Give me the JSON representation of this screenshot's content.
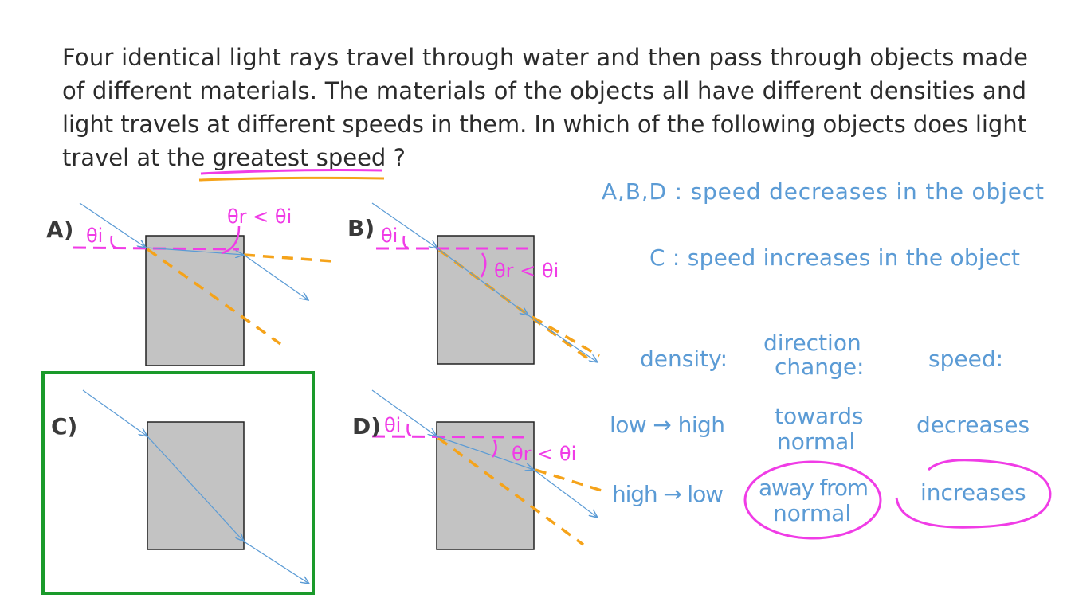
{
  "question": {
    "lines": [
      "Four identical light rays travel through water and then pass through objects made",
      "of different materials. The materials of the objects all have different densities and",
      "light travels at different speeds in them. In which of the following objects does light"
    ],
    "last_line_prefix": "travel at the ",
    "highlight": "greatest speed",
    "last_line_suffix": " ?"
  },
  "options": {
    "a": {
      "label": "A)",
      "theta_i": "θi",
      "relation": "θr < θi"
    },
    "b": {
      "label": "B)",
      "theta_i": "θi",
      "relation": "θr < θi"
    },
    "c": {
      "label": "C)"
    },
    "d": {
      "label": "D)",
      "theta_i": "θi",
      "relation": "θr < θi"
    }
  },
  "notes": {
    "abd": "A,B,D :  speed decreases in the object",
    "c": "C : speed increases in the object"
  },
  "table": {
    "headers": {
      "density": "density:",
      "direction_1": "direction",
      "direction_2": "change:",
      "speed": "speed:"
    },
    "row1": {
      "density": "low → high",
      "direction_1": "towards",
      "direction_2": "normal",
      "speed": "decreases"
    },
    "row2": {
      "density": "high → low",
      "direction_1": "away from",
      "direction_2": "normal",
      "speed": "increases"
    }
  },
  "colors": {
    "ink": "#2b2b2b",
    "magenta": "#f03ce6",
    "blue": "#5b9bd5",
    "orange": "#f5a31a",
    "green": "#1a9a2a",
    "block": "#c3c3c3"
  }
}
